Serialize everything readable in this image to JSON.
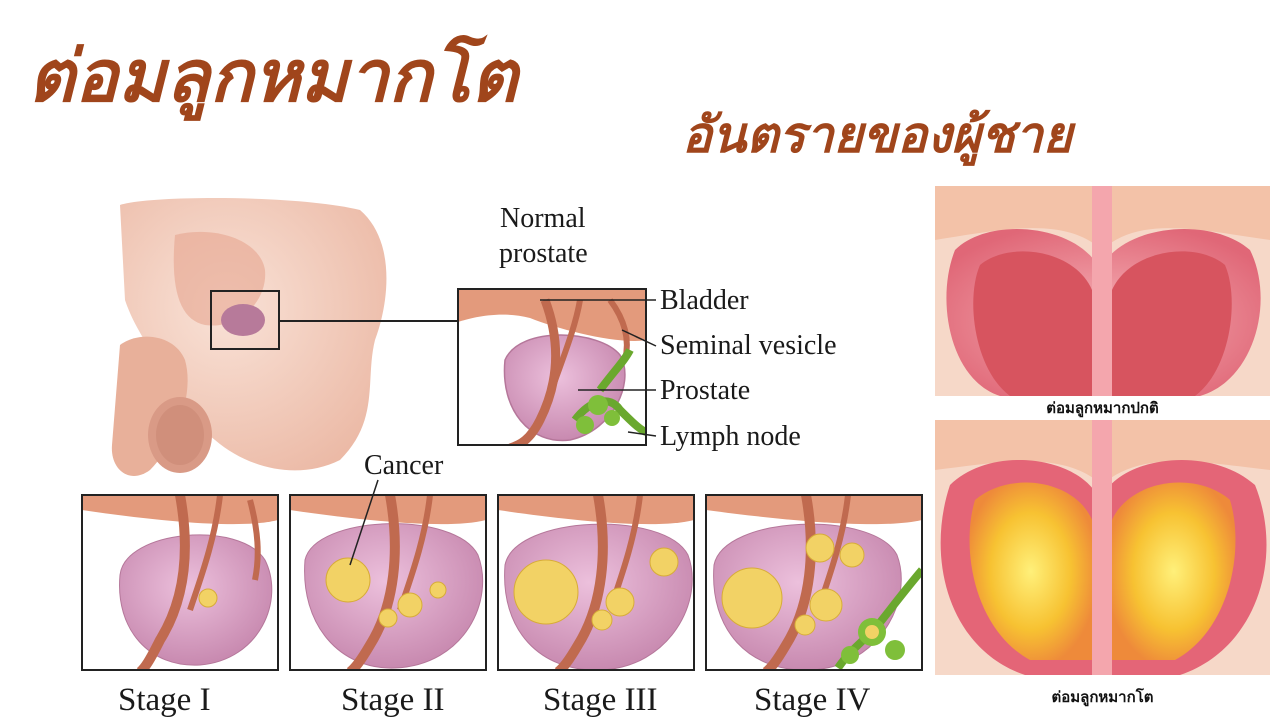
{
  "title": {
    "main": "ต่อมลูกหมากโต",
    "sub": "อันตรายของผู้ชาย",
    "color": "#a0451b"
  },
  "inset": {
    "heading_line1": "Normal",
    "heading_line2": "prostate",
    "labels": [
      "Bladder",
      "Seminal vesicle",
      "Prostate",
      "Lymph node"
    ]
  },
  "cancer_label": "Cancer",
  "stages": [
    "Stage I",
    "Stage II",
    "Stage III",
    "Stage IV"
  ],
  "comparison": {
    "normal_caption": "ต่อมลูกหมากปกติ",
    "enlarged_caption": "ต่อมลูกหมากโต"
  },
  "colors": {
    "skin": "#f3c9b4",
    "prostate": "#d9a2c4",
    "vessel": "#c06a4f",
    "tumor": "#f2d265",
    "lymph": "#7fbf3a",
    "tissue_pink": "#f08a97",
    "enlarged_yellow": "#f7c232"
  }
}
